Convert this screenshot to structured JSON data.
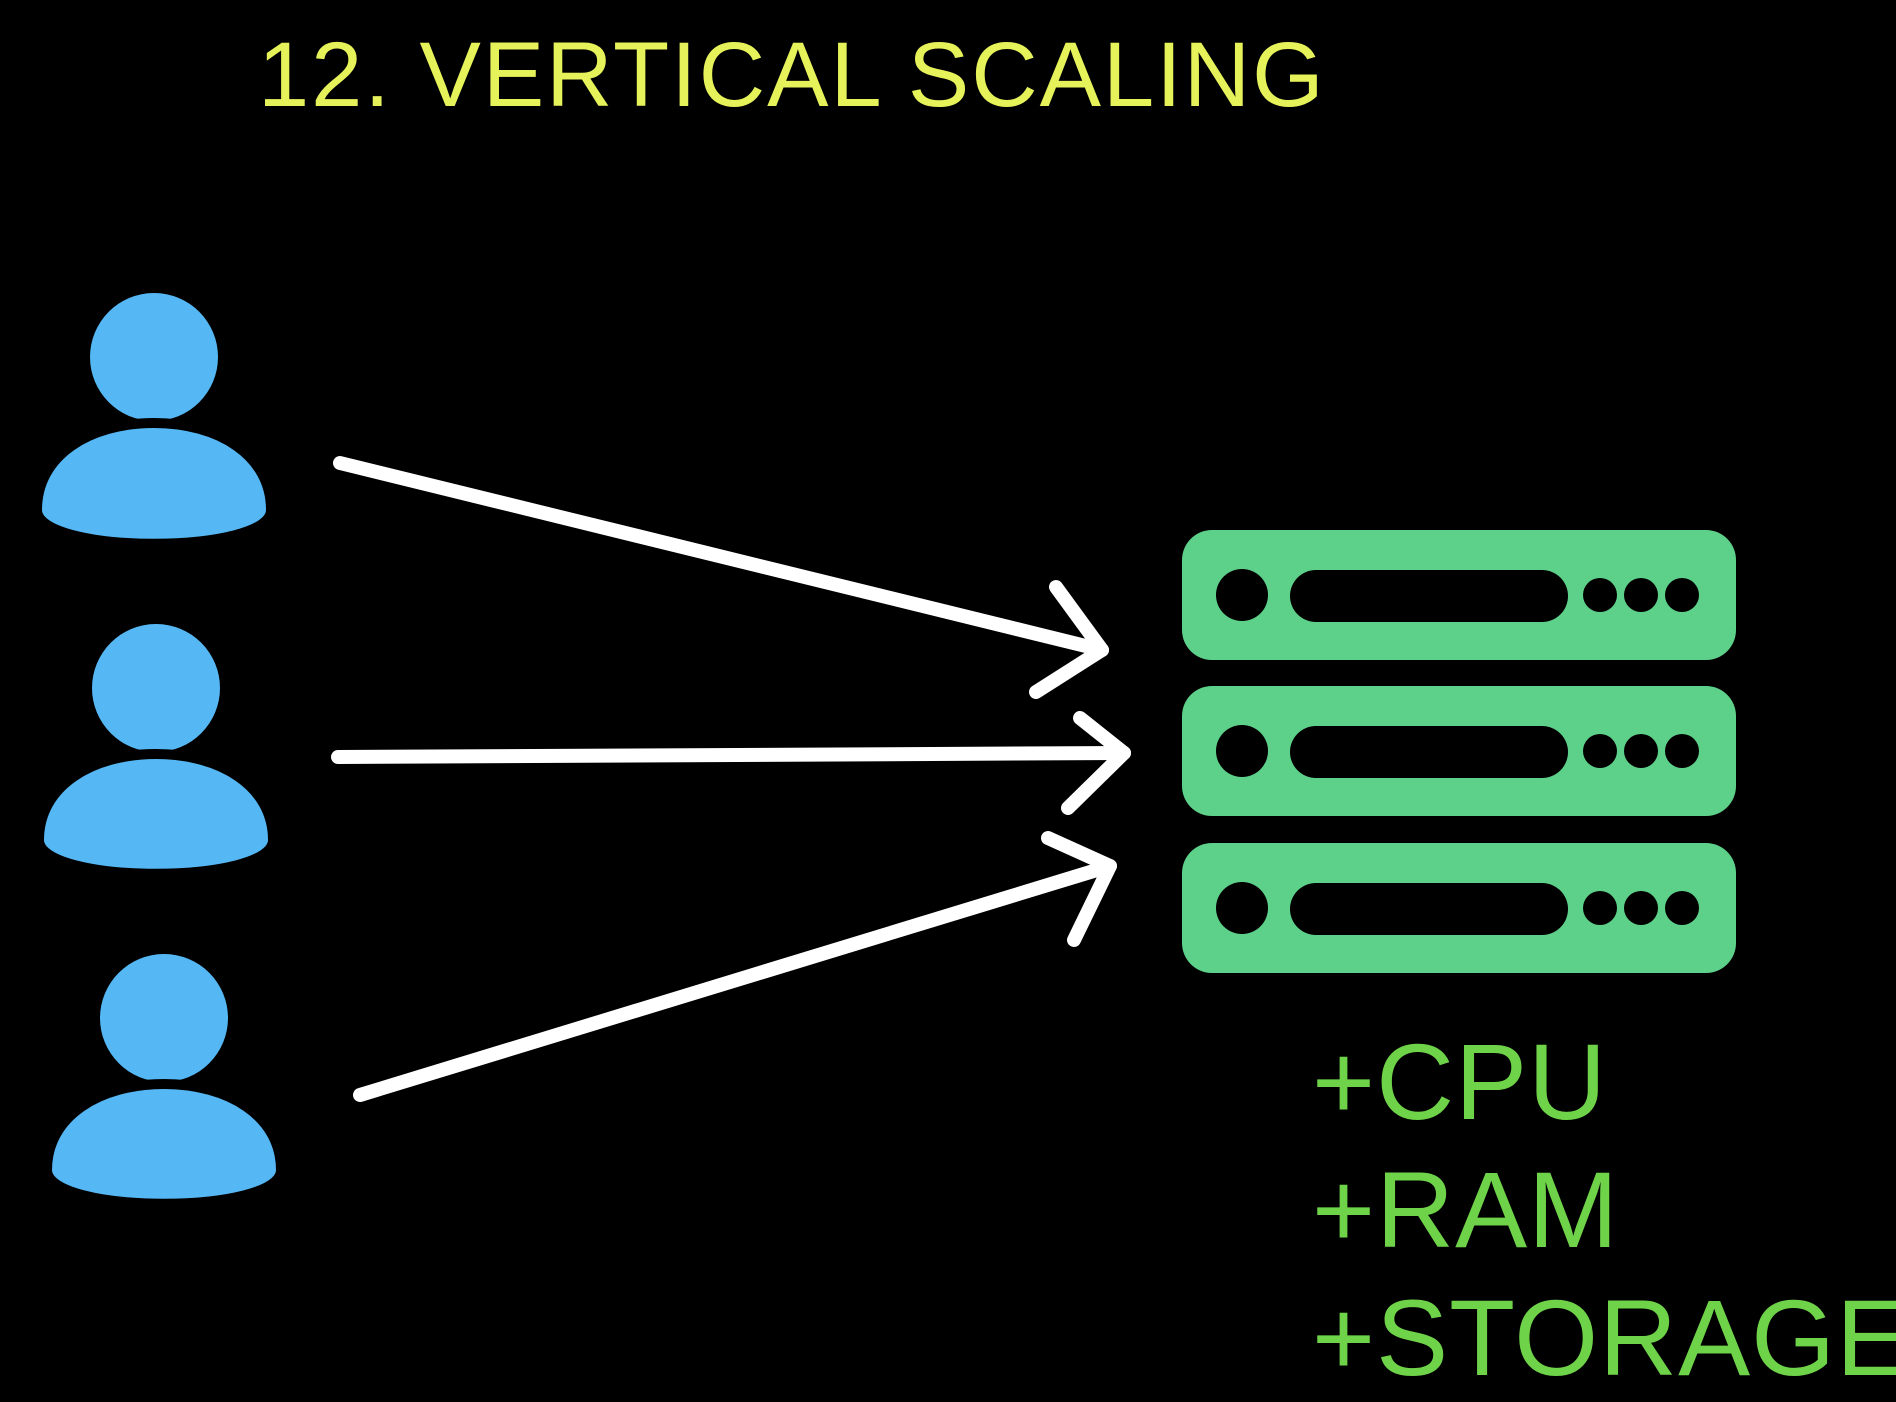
{
  "title": "12. VERTICAL SCALING",
  "specs": [
    "+CPU",
    "+RAM",
    "+STORAGE"
  ],
  "icons": {
    "user": "user-icon",
    "server": "server-rack-icon",
    "arrow": "arrow-icon"
  },
  "colors": {
    "background": "#000000",
    "title": "#e6f25a",
    "user": "#55b8f5",
    "server": "#5dd08a",
    "spec_text": "#6fd34a",
    "arrow": "#ffffff"
  }
}
